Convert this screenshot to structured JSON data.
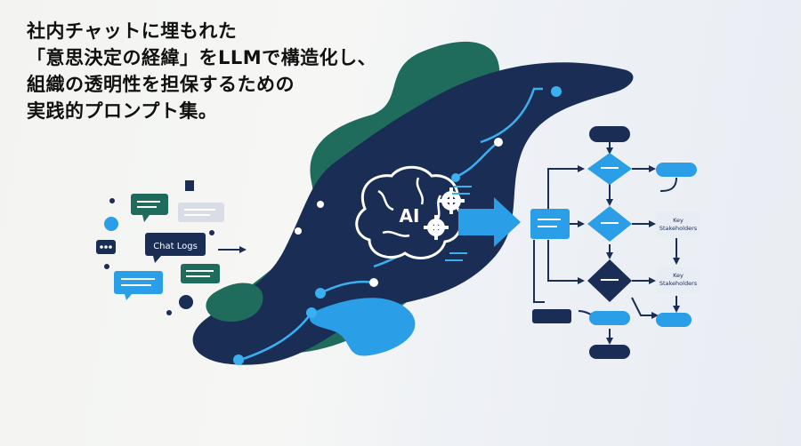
{
  "headline": {
    "lines": [
      "社内チャットに埋もれた",
      "「意思決定の経緯」をLLMで構造化し、",
      "組織の透明性を担保するための",
      "実践的プロンプト集。"
    ]
  },
  "diagram": {
    "chat_label": "Chat Logs",
    "ai_label": "AI",
    "node_label_1_line1": "Key",
    "node_label_1_line2": "Stakeholders",
    "node_label_2_line1": "Key",
    "node_label_2_line2": "Stakeholders"
  },
  "colors": {
    "navy": "#1a2d55",
    "green": "#1f6b5c",
    "blue": "#2a9ee6",
    "light_blue": "#3ab0f0",
    "white": "#ffffff"
  }
}
